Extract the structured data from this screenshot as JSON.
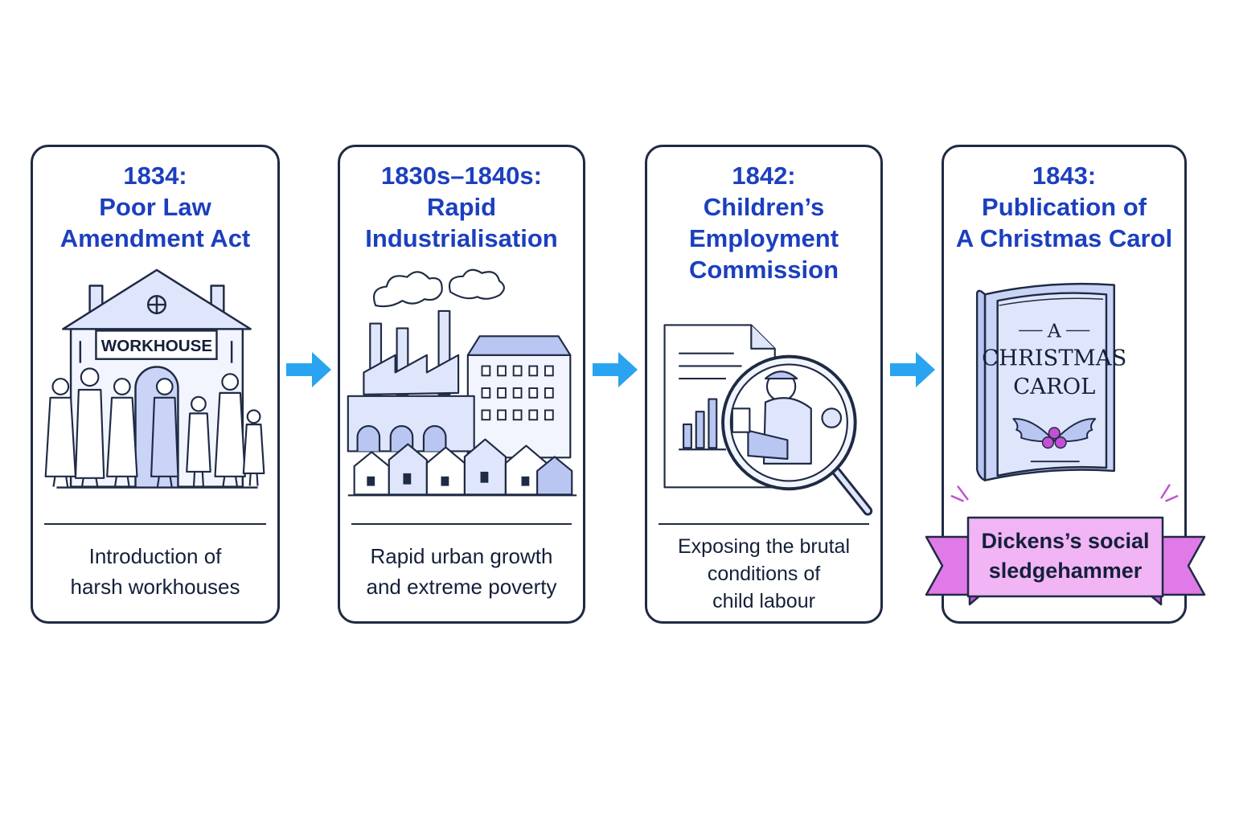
{
  "cards": [
    {
      "year": "1834:",
      "title_lines": [
        "Poor Law",
        "Amendment Act"
      ],
      "sign": "WORKHOUSE",
      "desc_lines": [
        "Introduction of",
        "harsh workhouses"
      ]
    },
    {
      "year": "1830s–1840s:",
      "title_lines": [
        "Rapid",
        "Industrialisation"
      ],
      "desc_lines": [
        "Rapid urban growth",
        "and extreme poverty"
      ]
    },
    {
      "year": "1842:",
      "title_lines": [
        "Children’s",
        "Employment",
        "Commission"
      ],
      "desc_lines": [
        "Exposing the brutal",
        "conditions of",
        "child labour"
      ]
    },
    {
      "year": "1843:",
      "title_lines": [
        "Publication of",
        "A Christmas Carol"
      ],
      "book_lines": [
        "A",
        "CHRISTMAS",
        "CAROL"
      ],
      "desc_lines": [
        "Dickens’s social",
        "sledgehammer"
      ]
    }
  ],
  "colors": {
    "title": "#1c3fbf",
    "outline": "#1f2a44",
    "arrow": "#2aa4f0",
    "fill_light": "#dfe6fb",
    "fill_mid": "#b9c6f2",
    "banner": "#ea9cf0",
    "banner_dark": "#c44fd6"
  },
  "icons": [
    "workhouse-icon",
    "factory-town-icon",
    "report-magnifier-icon",
    "christmas-carol-book-icon",
    "arrow-right-icon"
  ]
}
